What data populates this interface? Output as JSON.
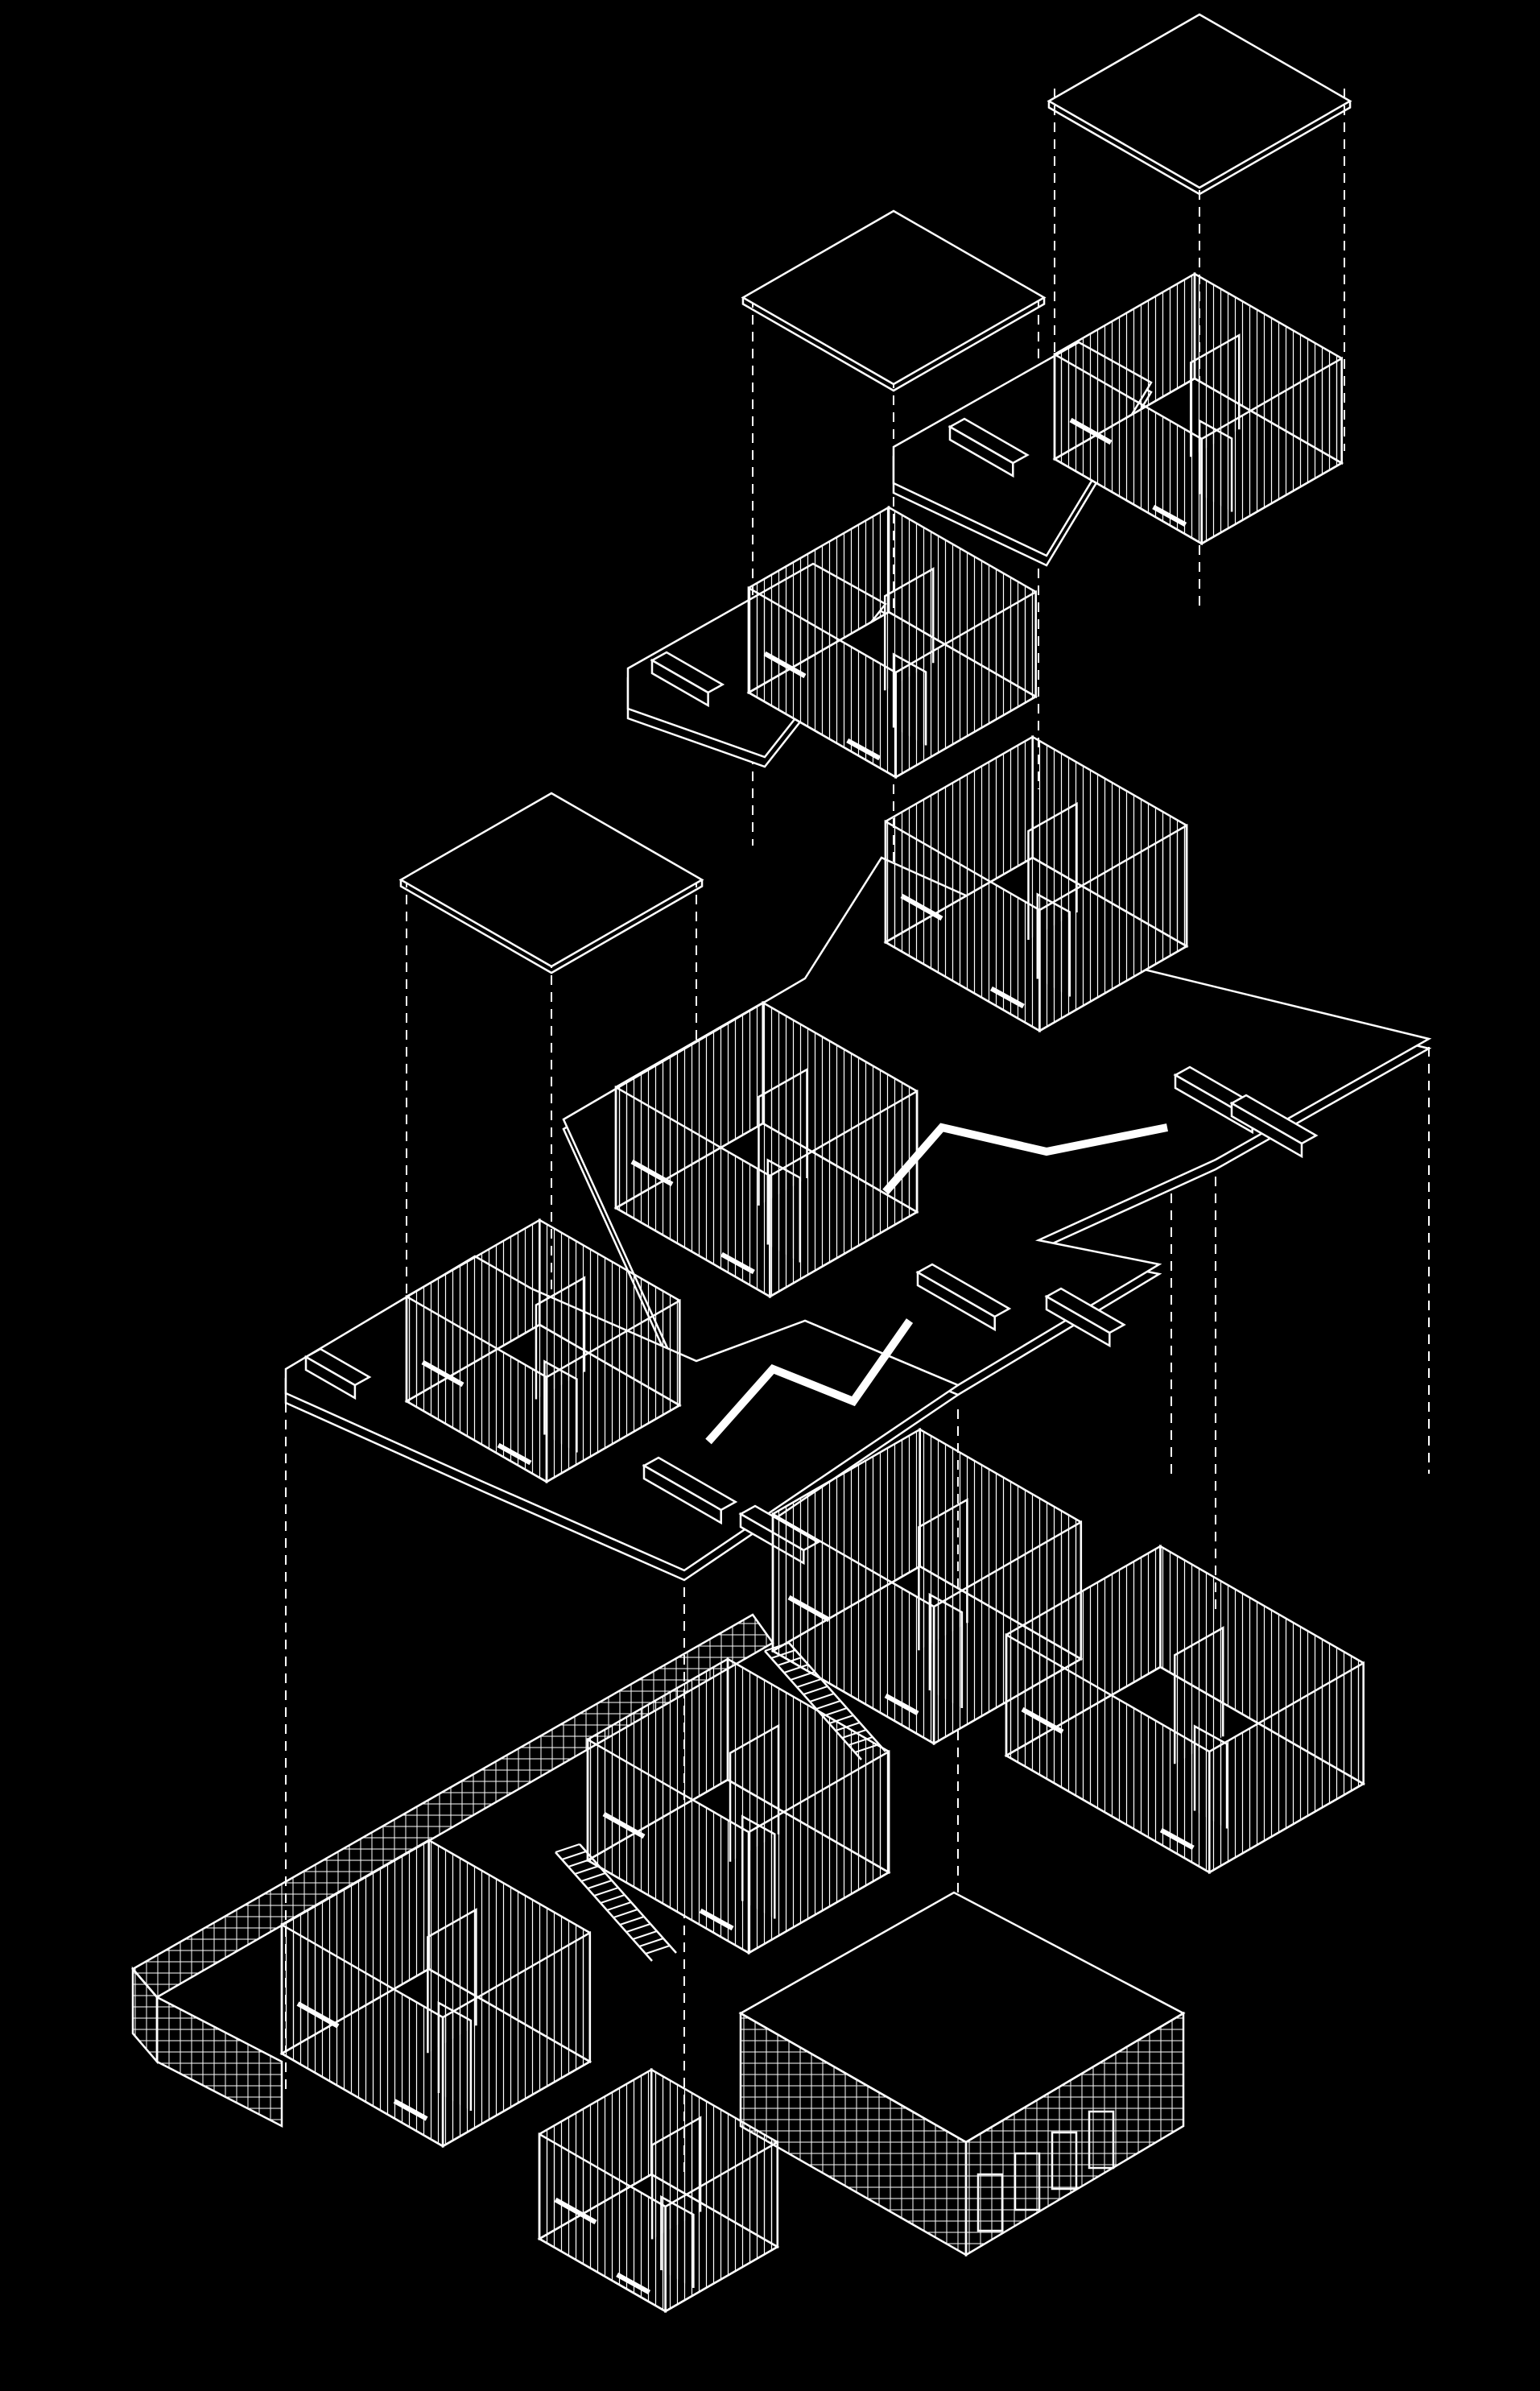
{
  "diagram": {
    "type": "exploded-axonometric",
    "labels": [],
    "colors": {
      "background": "#000000",
      "line": "#ffffff"
    }
  },
  "blocks": [
    {
      "id": "roof-top-right",
      "kind": "roof-slab"
    },
    {
      "id": "roof-mid",
      "kind": "roof-slab"
    },
    {
      "id": "roof-left",
      "kind": "roof-slab"
    },
    {
      "id": "level-4-unit",
      "kind": "upper-floor"
    },
    {
      "id": "level-3-unit",
      "kind": "upper-floor"
    },
    {
      "id": "level-2-deck",
      "kind": "floor-plate"
    },
    {
      "id": "level-1-deck",
      "kind": "floor-plate"
    },
    {
      "id": "ground-level",
      "kind": "ground-floor"
    }
  ]
}
